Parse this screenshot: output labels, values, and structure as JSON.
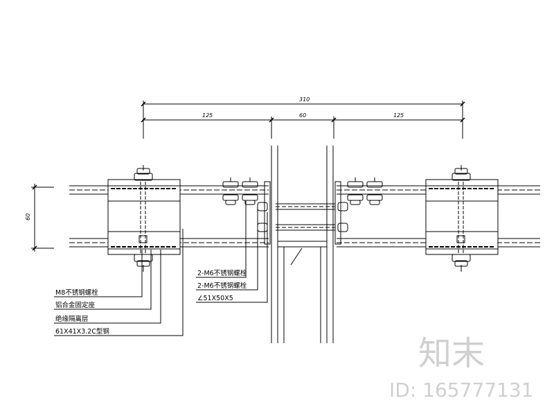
{
  "dimensions": {
    "overall": "310",
    "left": "125",
    "middle": "60",
    "right": "125",
    "height": "60"
  },
  "callouts": {
    "bolt_m6_a": "2-M6不锈钢螺栓",
    "bolt_m6_b": "2-M6不锈钢螺栓",
    "angle": "∠51X50X5",
    "bolt_m8": "M8不锈钢螺栓",
    "alloy_plate": "铝合金固定座",
    "insulation": "绝缘隔离层",
    "steel_tube": "61X41X3.2C型钢"
  },
  "watermark": {
    "logo_text": "知末",
    "id_text": "ID: 165777131"
  },
  "colors": {
    "line": "#000000",
    "watermark": "#d0d0d0"
  }
}
